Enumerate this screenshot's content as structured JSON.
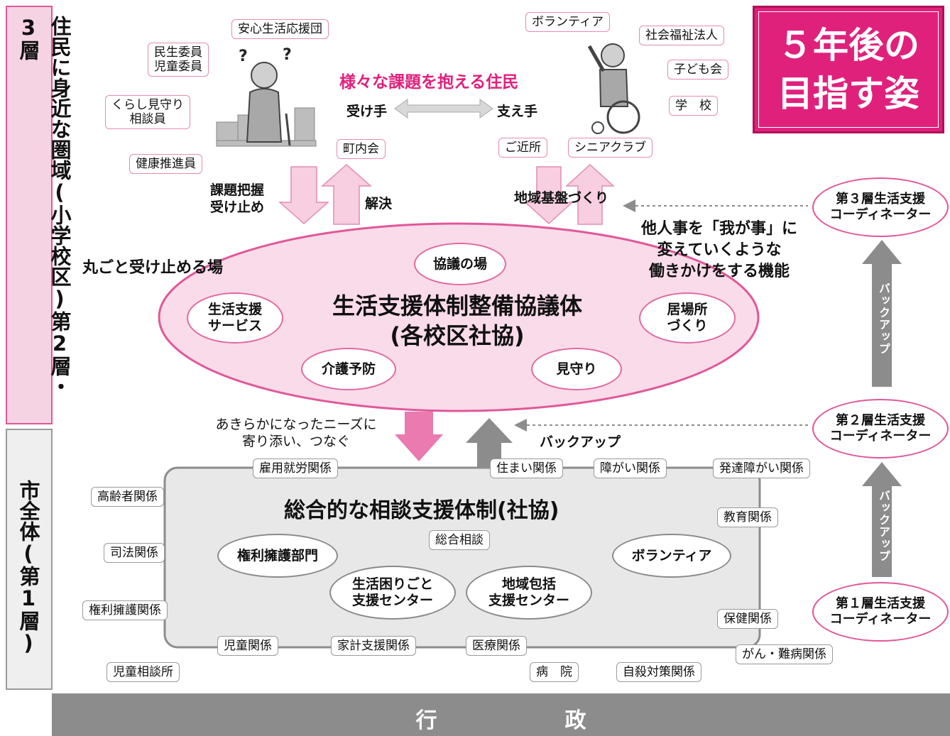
{
  "sidebar": {
    "upper_label": "住民に身近な圏域(小学校区)第2層・3層",
    "lower_label": "市全体(第1層)"
  },
  "badge": {
    "line1": "５年後の",
    "line2": "目指す姿"
  },
  "top": {
    "headline": "様々な課題を抱える住民",
    "receiver": "受け手",
    "supporter": "支え手",
    "left_tags": [
      "安心生活応援団",
      "民生委員\n児童委員",
      "くらし見守り\n相談員",
      "健康推進員",
      "町内会"
    ],
    "right_tags": [
      "ボランティア",
      "社会福祉法人",
      "子ども会",
      "学　校",
      "ご近所",
      "シニアクラブ"
    ]
  },
  "flows": {
    "problem_grasp": "課題把握\n受け止め",
    "solve": "解決",
    "community_base": "地域基盤づくり",
    "other_to_own": "他人事を「我が事」に\n変えていくような\n働きかけをする機能",
    "catch_all": "丸ごと受け止める場",
    "clarified_needs": "あきらかになったニーズに\n寄り添い、つなぐ",
    "backup": "バックアップ"
  },
  "council": {
    "title_line1": "生活支援体制整備協議体",
    "title_line2": "(各校区社協)",
    "items": [
      "協議の場",
      "生活支援\nサービス",
      "居場所\nづくり",
      "介護予防",
      "見守り"
    ]
  },
  "coordinators": {
    "layer3": "第３層生活支援\nコーディネーター",
    "layer2": "第２層生活支援\nコーディネーター",
    "layer1": "第１層生活支援\nコーディネーター",
    "backup_vertical_1": "バックアップ",
    "backup_vertical_2": "バックアップ"
  },
  "consult": {
    "title": "総合的な相談支援体制(社協)",
    "general": "総合相談",
    "units": [
      "権利擁護部門",
      "生活困りごと\n支援センター",
      "地域包括\n支援センター",
      "ボランティア"
    ]
  },
  "relations": {
    "employment": "雇用就労関係",
    "housing": "住まい関係",
    "disability": "障がい関係",
    "dev_disability": "発達障がい関係",
    "elderly": "高齢者関係",
    "education": "教育関係",
    "judicial": "司法関係",
    "advocacy": "権利擁護関係",
    "health": "保健関係",
    "child": "児童関係",
    "household": "家計支援関係",
    "medical": "医療関係",
    "cancer": "がん・難病関係",
    "child_center": "児童相談所",
    "hospital": "病　院",
    "suicide": "自殺対策関係"
  },
  "government": "行　　　　　　政",
  "colors": {
    "accent": "#e0217c",
    "pink_fill": "#f9dbe9",
    "gray_fill": "#e8e8e8",
    "arrow_gray": "#8c8c8c"
  }
}
